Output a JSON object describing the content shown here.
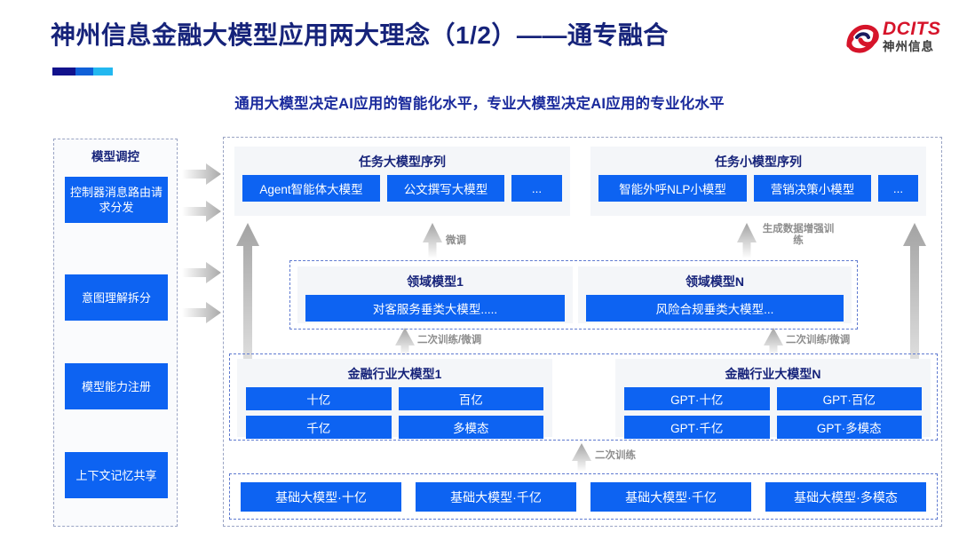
{
  "header": {
    "title": "神州信息金融大模型应用两大理念（1/2）——通专融合",
    "subtitle": "通用大模型决定AI应用的智能化水平，专业大模型决定AI应用的专业化水平",
    "accent_colors": [
      "#12128c",
      "#1060d8",
      "#23b8f0"
    ],
    "title_color": "#16237a"
  },
  "logo": {
    "mark": "swirl-logo-icon",
    "brand_en": "DCITS",
    "brand_cn": "神州信息",
    "brand_color": "#d6142a",
    "cn_color": "#3a3a3a"
  },
  "control_panel": {
    "title": "模型调控",
    "items": [
      {
        "label": "控制器消息路由请求分发"
      },
      {
        "label": "意图理解拆分"
      },
      {
        "label": "模型能力注册"
      },
      {
        "label": "上下文记忆共享"
      }
    ]
  },
  "arrows": {
    "horizontal": [
      {
        "name": "panel-arrow-1"
      },
      {
        "name": "panel-arrow-2"
      },
      {
        "name": "panel-arrow-3"
      },
      {
        "name": "panel-arrow-4"
      }
    ],
    "labels": {
      "fine_tune": "微调",
      "gen_data_aug": "生成数据增强训练",
      "retrain_finetune_left": "二次训练/微调",
      "retrain_finetune_right": "二次训练/微调",
      "retrain": "二次训练"
    }
  },
  "groups": {
    "task_big": {
      "title": "任务大模型序列",
      "chips": [
        "Agent智能体大模型",
        "公文撰写大模型",
        "..."
      ]
    },
    "task_small": {
      "title": "任务小模型序列",
      "chips": [
        "智能外呼NLP小模型",
        "营销决策小模型",
        "..."
      ]
    },
    "domain_1": {
      "title": "领域模型1",
      "chips": [
        "对客服务垂类大模型....."
      ]
    },
    "domain_n": {
      "title": "领域模型N",
      "chips": [
        "风险合规垂类大模型..."
      ]
    },
    "finance_1": {
      "title": "金融行业大模型1",
      "chips": [
        "十亿",
        "百亿",
        "千亿",
        "多模态"
      ]
    },
    "finance_n": {
      "title": "金融行业大模型N",
      "chips": [
        "GPT·十亿",
        "GPT·百亿",
        "GPT·千亿",
        "GPT·多模态"
      ]
    },
    "base_models": {
      "chips": [
        "基础大模型·十亿",
        "基础大模型·千亿",
        "基础大模型·千亿",
        "基础大模型·多模态"
      ]
    }
  },
  "colors": {
    "chip_blue": "#0d63f2",
    "card_bg": "#f4f6f9",
    "dashed_outer": "#9aa4c4",
    "dashed_inner": "#5f7ad0",
    "arrow_gray": "#b9b9b9"
  }
}
